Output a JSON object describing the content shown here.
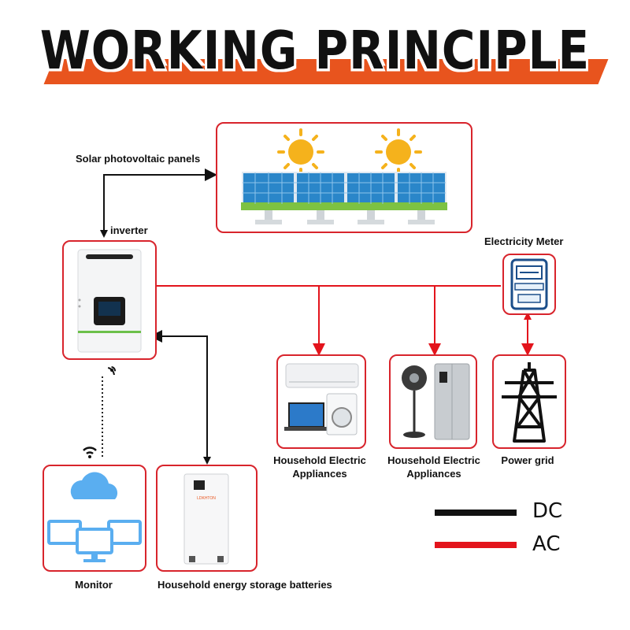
{
  "header": {
    "title": "WORKING PRINCIPLE"
  },
  "nodes": {
    "solar": {
      "label": "Solar photovoltaic panels"
    },
    "inverter": {
      "label": "inverter"
    },
    "meter": {
      "label": "Electricity Meter"
    },
    "appliances1": {
      "label_line1": "Household Electric",
      "label_line2": "Appliances"
    },
    "appliances2": {
      "label_line1": "Household Electric",
      "label_line2": "Appliances"
    },
    "grid": {
      "label": "Power grid"
    },
    "monitor": {
      "label": "Monitor"
    },
    "battery": {
      "label": "Household energy storage batteries",
      "brand": "LDKHTON"
    }
  },
  "legend": {
    "items": [
      {
        "name": "DC",
        "color": "#111111"
      },
      {
        "name": "AC",
        "color": "#e3141c"
      }
    ]
  },
  "colors": {
    "accent": "#e8541e",
    "border": "#d8242c",
    "ac": "#e3141c",
    "dc": "#111111"
  }
}
